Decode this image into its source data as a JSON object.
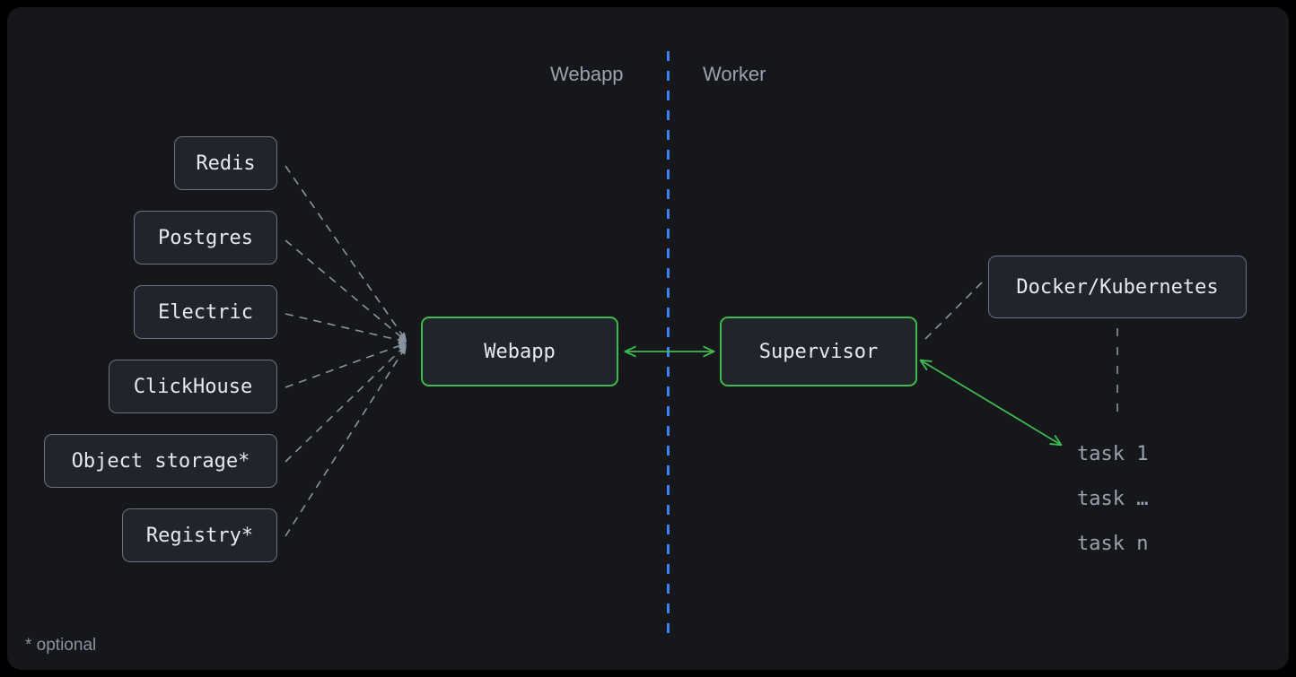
{
  "theme": {
    "page_background": "#000000",
    "canvas_background": "#15171b",
    "box_fill": "#21252b",
    "box_border": "#6b7280",
    "accent_green": "#3fb950",
    "divider_blue": "#3b82f6",
    "text_primary": "#e6e9ee",
    "text_muted": "#9aa2af",
    "dashed_gray": "#8b93a1"
  },
  "lanes": [
    {
      "id": "webapp-lane",
      "label": "Webapp"
    },
    {
      "id": "worker-lane",
      "label": "Worker"
    }
  ],
  "dependencies": [
    {
      "id": "redis",
      "label": "Redis"
    },
    {
      "id": "postgres",
      "label": "Postgres"
    },
    {
      "id": "electric",
      "label": "Electric"
    },
    {
      "id": "clickhouse",
      "label": "ClickHouse"
    },
    {
      "id": "object-storage",
      "label": "Object storage*"
    },
    {
      "id": "registry",
      "label": "Registry*"
    }
  ],
  "services": {
    "webapp": {
      "label": "Webapp",
      "accent": true
    },
    "supervisor": {
      "label": "Supervisor",
      "accent": true
    },
    "orchestrator": {
      "label": "Docker/Kubernetes",
      "accent": false
    }
  },
  "tasks": [
    {
      "id": "task-1",
      "label": "task 1"
    },
    {
      "id": "task-ellipsis",
      "label": "task …"
    },
    {
      "id": "task-n",
      "label": "task n"
    }
  ],
  "footnote": {
    "text": "* optional"
  },
  "connections": {
    "webapp_supervisor": "bidirectional",
    "supervisor_task": "bidirectional",
    "orchestrator_supervisor": "dashed",
    "dependencies_webapp": "dashed"
  }
}
